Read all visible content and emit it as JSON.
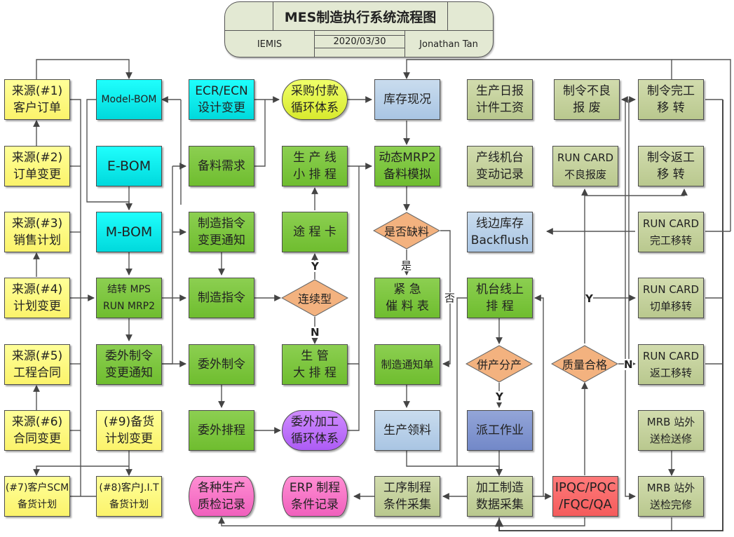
{
  "header": {
    "title": "MES制造执行系统流程图",
    "company": "IEMIS",
    "date": "2020/03/30",
    "author": "Jonathan Tan"
  },
  "nodes": {
    "src1": "来源(#1)\n客户订单",
    "src2": "来源(#2)\n订单变更",
    "src3": "来源(#3)\n销售计划",
    "src4": "来源(#4)\n计划变更",
    "src5": "来源(#5)\n工程合同",
    "src6": "来源(#6)\n合同变更",
    "src7": "(#7)客户SCM\n备货计划",
    "src8": "(#8)客户J.I.T\n备货计划",
    "src9": "(#9)备货\n计划变更",
    "model_bom": "Model-BOM",
    "e_bom": "E-BOM",
    "m_bom": "M-BOM",
    "mps": "结转  MPS\nRUN MRP2",
    "outsource_change": "委外制令\n变更通知",
    "ecr": "ECR/ECN\n设计变更",
    "material_req": "备料需求",
    "mo_change": "制造指令\n变更通知",
    "mo": "制造指令",
    "outsource_order": "委外制令",
    "outsource_schedule": "委外排程",
    "purchase_cycle": "采购付款\n循环体系",
    "line_schedule": "生 产 线\n小 排 程",
    "route_card": "途 程 卡",
    "master_schedule": "生      管\n大 排 程",
    "outsource_cycle": "委外加工\n循环体系",
    "inventory": "库存现况",
    "mrp_sim": "动态MRP2\n备料模拟",
    "urgent": "紧      急\n催 料 表",
    "notice": "制造通知单",
    "issue": "生产领料",
    "daily_report": "生产日报\n计件工资",
    "machine_change": "产线机台\n变动记录",
    "line_stock": "线边库存\nBackflush",
    "machine_schedule": "机台线上\n排      程",
    "dispatch": "派工作业",
    "data_collect": "加工制造\n数据采集",
    "process_collect": "工序制程\n条件采集",
    "erp_record": "ERP 制程\n条件记录",
    "qc_record": "各种生产\n质检记录",
    "qc": "IPQC/PQC\n/FQC/QA",
    "mo_scrap": "制令不良\n报      废",
    "mo_complete": "制令完工\n移      转",
    "rc_scrap": "RUN CARD\n不良报废",
    "mo_rework": "制令返工\n移      转",
    "rc_complete": "RUN CARD\n完工移转",
    "rc_split": "RUN CARD\n切单移转",
    "rc_rework": "RUN CARD\n返工移转",
    "mrb_send": "MRB 站外\n送检送修",
    "mrb_done": "MRB 站外\n送检完修"
  },
  "decisions": {
    "continuous": "连续型",
    "shortage": "是否缺料",
    "merge_split": "併产分产",
    "quality": "质量合格"
  },
  "labels": {
    "yes_y": "Y",
    "no_n": "N",
    "yes_cn": "是",
    "no_cn": "否"
  },
  "colors": {
    "source": "#fbf36b",
    "bom": "#00e8ea",
    "process": "#79c23a",
    "record": "#c3cf9c",
    "inventory": "#b7d0e8",
    "decision": "#f3b27f",
    "qc": "#f66363",
    "database": "#f772c6",
    "outsource_cycle": "#b96ef8",
    "purchase_cycle": "#e3f33f",
    "dispatch": "#8298d0"
  }
}
